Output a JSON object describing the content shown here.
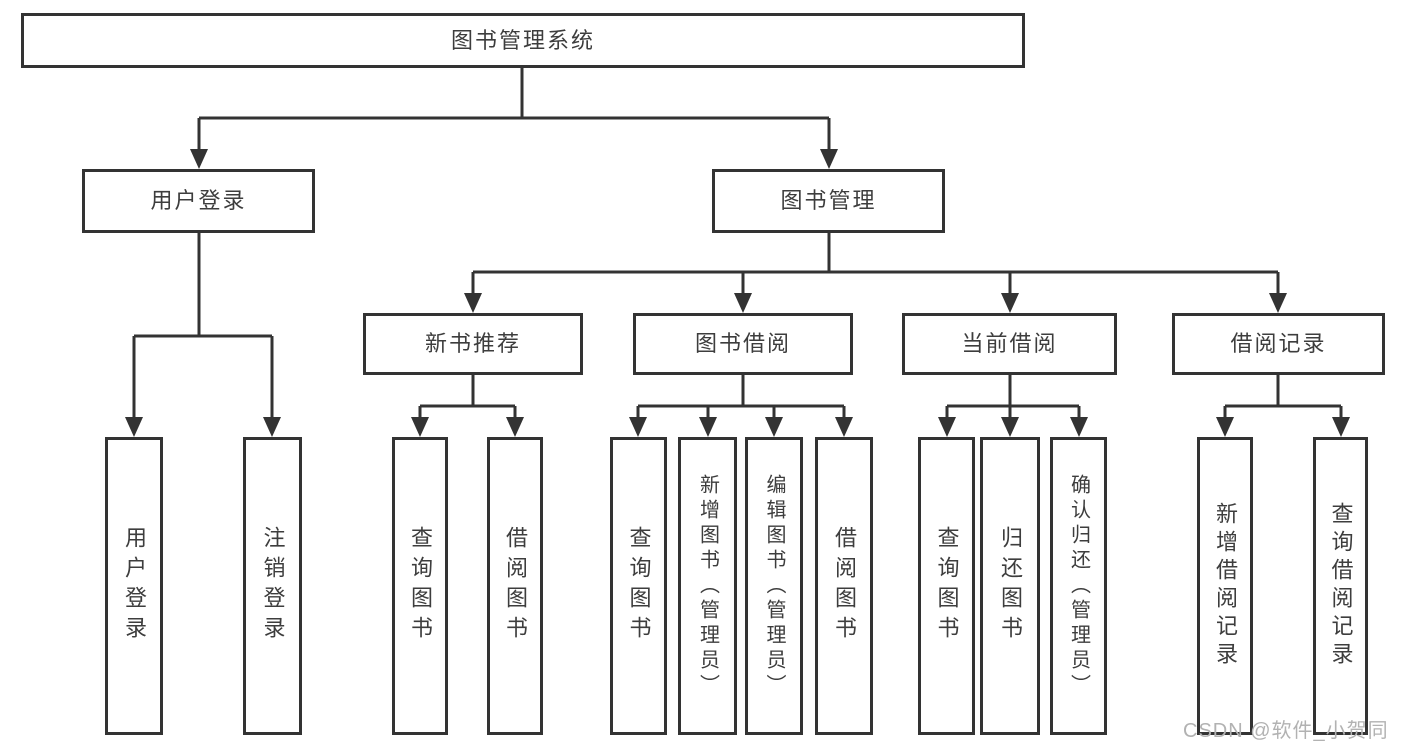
{
  "diagram_type": "hierarchy-tree",
  "watermark": "CSDN @软件_小贺同学",
  "colors": {
    "line": "#333333",
    "box_border": "#333333",
    "text": "#3d3d3d",
    "background": "#ffffff",
    "watermark": "#b2b2b2"
  },
  "nodes": {
    "root": "图书管理系统",
    "user_login_group": "用户登录",
    "book_mgmt_group": "图书管理",
    "new_book_rec": "新书推荐",
    "book_borrow": "图书借阅",
    "current_borrow": "当前借阅",
    "borrow_records": "借阅记录",
    "user_login": "用户登录",
    "logout": "注销登录",
    "nb_query": "查询图书",
    "nb_borrow": "借阅图书",
    "bb_query": "查询图书",
    "bb_add": "新增图书（管理员）",
    "bb_edit": "编辑图书（管理员）",
    "bb_borrow": "借阅图书",
    "cb_query": "查询图书",
    "cb_return": "归还图书",
    "cb_confirm": "确认归还（管理员）",
    "br_add": "新增借阅记录",
    "br_query": "查询借阅记录"
  },
  "structure": {
    "图书管理系统": [
      "用户登录",
      "图书管理"
    ],
    "用户登录": [
      "用户登录",
      "注销登录"
    ],
    "图书管理": [
      "新书推荐",
      "图书借阅",
      "当前借阅",
      "借阅记录"
    ],
    "新书推荐": [
      "查询图书",
      "借阅图书"
    ],
    "图书借阅": [
      "查询图书",
      "新增图书（管理员）",
      "编辑图书（管理员）",
      "借阅图书"
    ],
    "当前借阅": [
      "查询图书",
      "归还图书",
      "确认归还（管理员）"
    ],
    "借阅记录": [
      "新增借阅记录",
      "查询借阅记录"
    ]
  }
}
